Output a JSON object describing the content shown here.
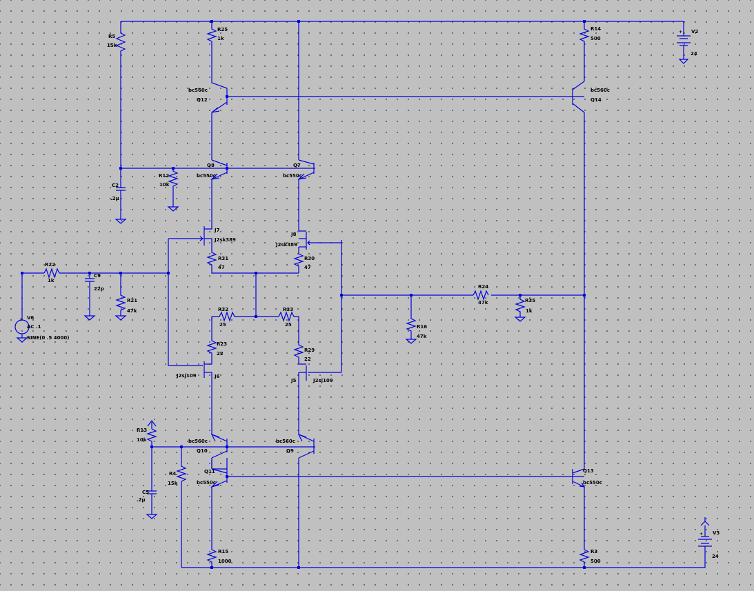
{
  "labels": {
    "R5": "R5",
    "R5v": "15k",
    "R25": "R25",
    "R25v": "1k",
    "R14": "R14",
    "R14v": "500",
    "V2": "V2",
    "V2v": "24",
    "Q12m": "bc560c",
    "Q12": "Q12",
    "Q14m": "bc560c",
    "Q14": "Q14",
    "Q8": "Q8",
    "Q8m": "bc550c",
    "Q7": "Q7",
    "Q7m": "bc550c",
    "R12": "R12",
    "R12v": "10k",
    "C2": "C2",
    "C2v": ".2µ",
    "J7": "J7",
    "J7m": "J2sk389",
    "J8": "J8",
    "J8m": "J2sk389",
    "R31": "R31",
    "R31v": "47",
    "R30": "R30",
    "R30v": "47",
    "R22": "R22",
    "R22v": "1k",
    "C9": "C9",
    "C9v": "22p",
    "R21": "R21",
    "R21v": "47k",
    "V6": "V6",
    "V6v": "AC .1",
    "V6s": "SINE(0 .5 4000)",
    "R24": "R24",
    "R24v": "47k",
    "R35": "R35",
    "R35v": "1k",
    "R16": "R16",
    "R16v": "47k",
    "R32": "R32",
    "R32v": "25",
    "R33": "R33",
    "R33v": "25",
    "R23": "R23",
    "R23v": "22",
    "R29": "R29",
    "R29v": "22",
    "J6m": "J2sj109",
    "J6": "J6",
    "J5": "J5",
    "J5m": "J2sj109",
    "R13": "R13",
    "R13v": "10k",
    "Q10m": "bc560c",
    "Q10": "Q10",
    "Q9m": "bc560c",
    "Q9": "Q9",
    "Q11": "Q11",
    "Q11m": "bc550c",
    "R4": "R4",
    "R4v": "15k",
    "C5": "C5",
    "C5v": ".2µ",
    "Q13": "Q13",
    "Q13m": "bc550c",
    "R15": "R15",
    "R15v": "1000",
    "R3": "R3",
    "R3v": "500",
    "V3": "V3",
    "V3v": "24"
  }
}
